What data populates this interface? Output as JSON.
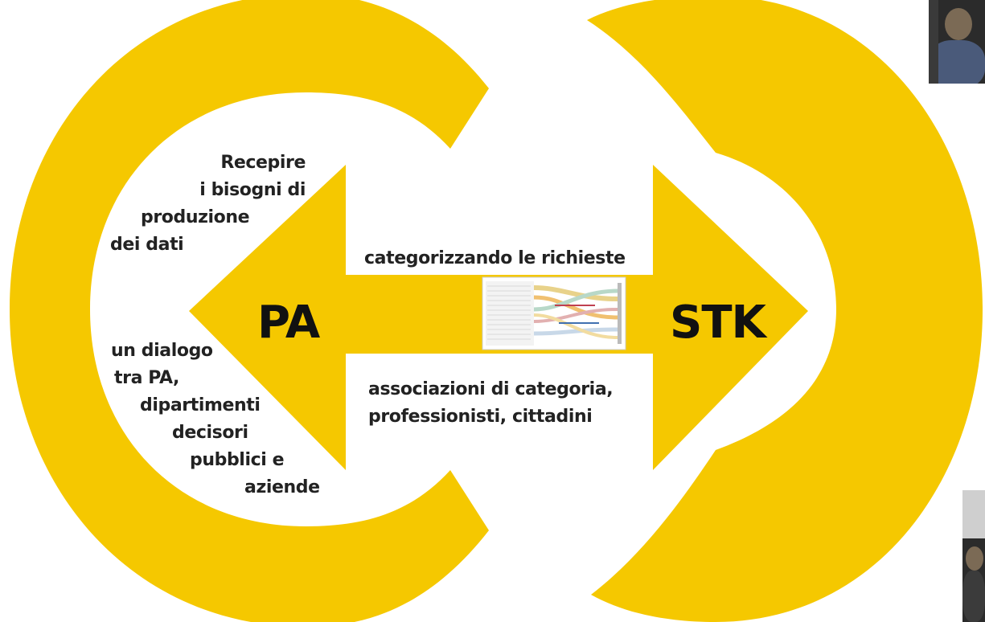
{
  "colors": {
    "accent": "#F5C800",
    "text": "#222222",
    "background": "#FFFFFF"
  },
  "diagram": {
    "left_top_lines": [
      "Recepire",
      "i bisogni di",
      "produzione",
      "dei dati"
    ],
    "left_bottom_lines": [
      "un dialogo",
      "tra PA,",
      "dipartimenti",
      "decisori",
      "pubblici e",
      "aziende"
    ],
    "left_label": "PA",
    "right_label": "STK",
    "top_caption": "categorizzando le richieste",
    "bottom_caption_lines": [
      "associazioni di categoria,",
      "professionisti, cittadini"
    ],
    "center_image": "sankey-chart-thumbnail"
  },
  "video_thumbnails": [
    "participant-video-top",
    "participant-video-bottom"
  ]
}
